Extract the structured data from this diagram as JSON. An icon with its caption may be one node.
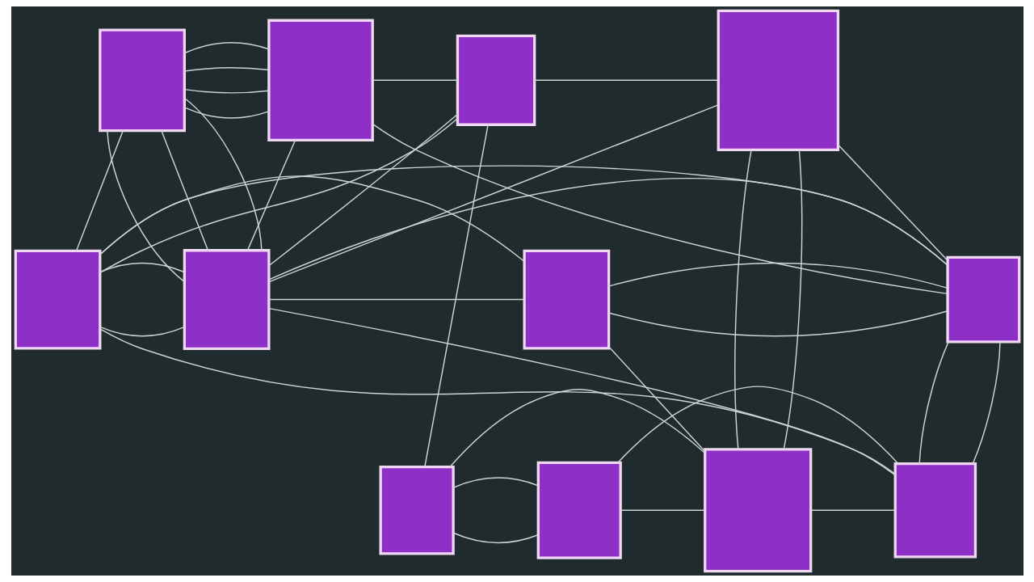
{
  "diagram": {
    "nodes": [
      {
        "text": [],
        "shape": "box"
      },
      {
        "text": [],
        "shape": "box"
      },
      {
        "text": [],
        "shape": "box"
      },
      {
        "text": [],
        "shape": "box"
      },
      {
        "text": [],
        "shape": "box"
      },
      {
        "text": [],
        "shape": "box"
      },
      {
        "text": [],
        "shape": "box"
      },
      {
        "text": [],
        "shape": "box"
      },
      {
        "text": [],
        "shape": "box"
      },
      {
        "text": [],
        "shape": "box"
      },
      {
        "text": [],
        "shape": "box"
      },
      {
        "text": [],
        "shape": "box"
      }
    ],
    "edges": [
      {
        "from": 0,
        "to": 1,
        "arrow": "none"
      },
      {
        "from": 0,
        "to": 1,
        "arrow": "none"
      },
      {
        "from": 0,
        "to": 1,
        "arrow": "none"
      },
      {
        "from": 0,
        "to": 1,
        "arrow": "none"
      },
      {
        "from": 0,
        "to": 5,
        "arrow": "none"
      },
      {
        "from": 0,
        "to": 5,
        "arrow": "none"
      },
      {
        "from": 0,
        "to": 5,
        "arrow": "none"
      },
      {
        "from": 0,
        "to": 4,
        "arrow": "none"
      },
      {
        "from": 1,
        "to": 2,
        "arrow": "none"
      },
      {
        "from": 1,
        "to": 7,
        "arrow": "none"
      },
      {
        "from": 1,
        "to": 5,
        "arrow": "none"
      },
      {
        "from": 2,
        "to": 3,
        "arrow": "none"
      },
      {
        "from": 2,
        "to": 5,
        "arrow": "none"
      },
      {
        "from": 2,
        "to": 4,
        "arrow": "none"
      },
      {
        "from": 2,
        "to": 8,
        "arrow": "none"
      },
      {
        "from": 3,
        "to": 7,
        "arrow": "none"
      },
      {
        "from": 3,
        "to": 10,
        "arrow": "none"
      },
      {
        "from": 3,
        "to": 10,
        "arrow": "none"
      },
      {
        "from": 3,
        "to": 5,
        "arrow": "none"
      },
      {
        "from": 7,
        "to": 11,
        "arrow": "none"
      },
      {
        "from": 7,
        "to": 11,
        "arrow": "none"
      },
      {
        "from": 6,
        "to": 7,
        "arrow": "none"
      },
      {
        "from": 6,
        "to": 7,
        "arrow": "none"
      },
      {
        "from": 5,
        "to": 7,
        "arrow": "none"
      },
      {
        "from": 4,
        "to": 7,
        "arrow": "none"
      },
      {
        "from": 5,
        "to": 6,
        "arrow": "none"
      },
      {
        "from": 4,
        "to": 6,
        "arrow": "none"
      },
      {
        "from": 4,
        "to": 5,
        "arrow": "none"
      },
      {
        "from": 4,
        "to": 5,
        "arrow": "none"
      },
      {
        "from": 8,
        "to": 9,
        "arrow": "none"
      },
      {
        "from": 8,
        "to": 9,
        "arrow": "none"
      },
      {
        "from": 10,
        "to": 11,
        "arrow": "none"
      },
      {
        "from": 9,
        "to": 10,
        "arrow": "none"
      },
      {
        "from": 8,
        "to": 10,
        "arrow": "none"
      },
      {
        "from": 6,
        "to": 10,
        "arrow": "none"
      },
      {
        "from": 4,
        "to": 11,
        "arrow": "none"
      },
      {
        "from": 9,
        "to": 11,
        "arrow": "none"
      },
      {
        "from": 5,
        "to": 11,
        "arrow": "none"
      }
    ]
  }
}
